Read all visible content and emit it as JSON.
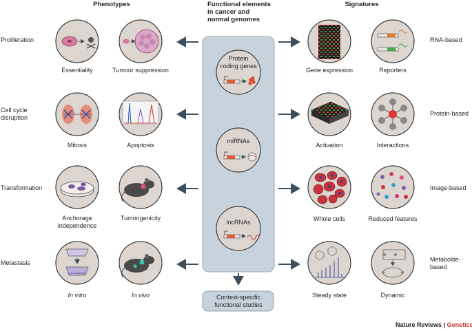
{
  "headers": {
    "phenotypes": "Phenotypes",
    "functional_line1": "Functional elements",
    "functional_line2": "in cancer and",
    "functional_line3": "normal genomes",
    "signatures": "Signatures"
  },
  "phenotype_rows": [
    {
      "label_line1": "Proliferation",
      "label_line2": "",
      "left_caption": "Essentiality",
      "left_caption2": "",
      "right_caption": "Tumour suppression",
      "right_caption2": ""
    },
    {
      "label_line1": "Cell cycle",
      "label_line2": "disruption",
      "left_caption": "Mitosis",
      "left_caption2": "",
      "right_caption": "Apoptosis",
      "right_caption2": ""
    },
    {
      "label_line1": "Transformation",
      "label_line2": "",
      "left_caption": "Anchorage",
      "left_caption2": "independence",
      "right_caption": "Tumorigenicity",
      "right_caption2": ""
    },
    {
      "label_line1": "Metastasis",
      "label_line2": "",
      "left_caption": "In vitro",
      "left_caption2": "",
      "right_caption": "In vivo",
      "right_caption2": ""
    }
  ],
  "elements": [
    {
      "line1": "Protein",
      "line2": "coding genes"
    },
    {
      "line1": "miRNAs",
      "line2": ""
    },
    {
      "line1": "lncRNAs",
      "line2": ""
    }
  ],
  "context_box": {
    "line1": "Context-specific",
    "line2": "functional studies"
  },
  "signature_rows": [
    {
      "label_line1": "RNA-based",
      "label_line2": "",
      "left_caption": "Gene expression",
      "right_caption": "Reporters"
    },
    {
      "label_line1": "Protein-based",
      "label_line2": "",
      "left_caption": "Activation",
      "right_caption": "Interactions"
    },
    {
      "label_line1": "Image-based",
      "label_line2": "",
      "left_caption": "Whole cells",
      "right_caption": "Reduced features"
    },
    {
      "label_line1": "Metabolite-",
      "label_line2": "based",
      "left_caption": "Steady state",
      "right_caption": "Dynamic"
    }
  ],
  "credit": {
    "journal": "Nature Reviews",
    "separator": "|",
    "section": "Genetics"
  },
  "colors": {
    "circle_fill": "#ddd6d0",
    "circle_stroke": "#3b3b3b",
    "panel_fill": "#c7d3dc",
    "arrow": "#3d4f5c",
    "accent_red": "#c0392b"
  }
}
